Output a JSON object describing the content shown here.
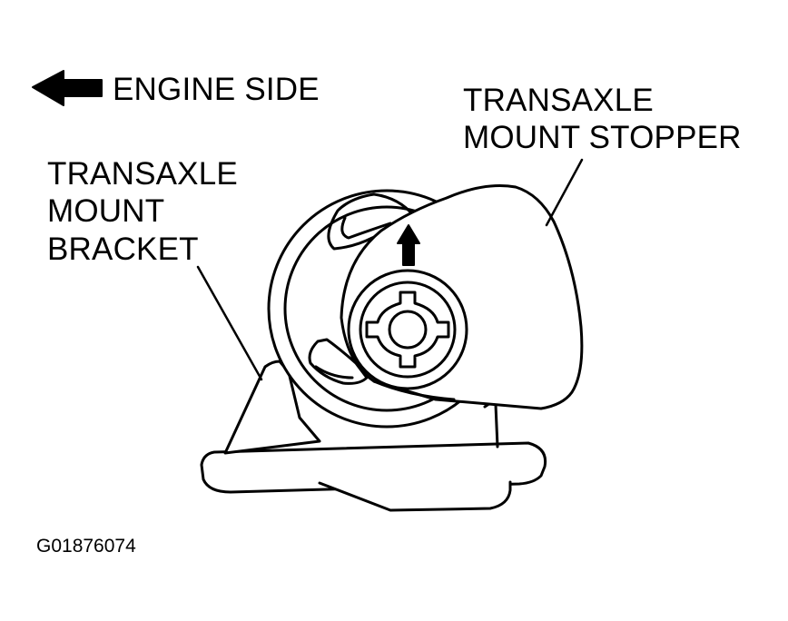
{
  "labels": {
    "engine_side": "ENGINE SIDE",
    "stopper_line1": "TRANSAXLE",
    "stopper_line2": "MOUNT STOPPER",
    "bracket_line1": "TRANSAXLE",
    "bracket_line2": "MOUNT",
    "bracket_line3": "BRACKET",
    "figure_id": "G01876074"
  },
  "colors": {
    "ink": "#000000",
    "paper": "#ffffff"
  },
  "icons": {
    "direction": "left-arrow-icon",
    "indicator": "up-arrow-icon"
  }
}
